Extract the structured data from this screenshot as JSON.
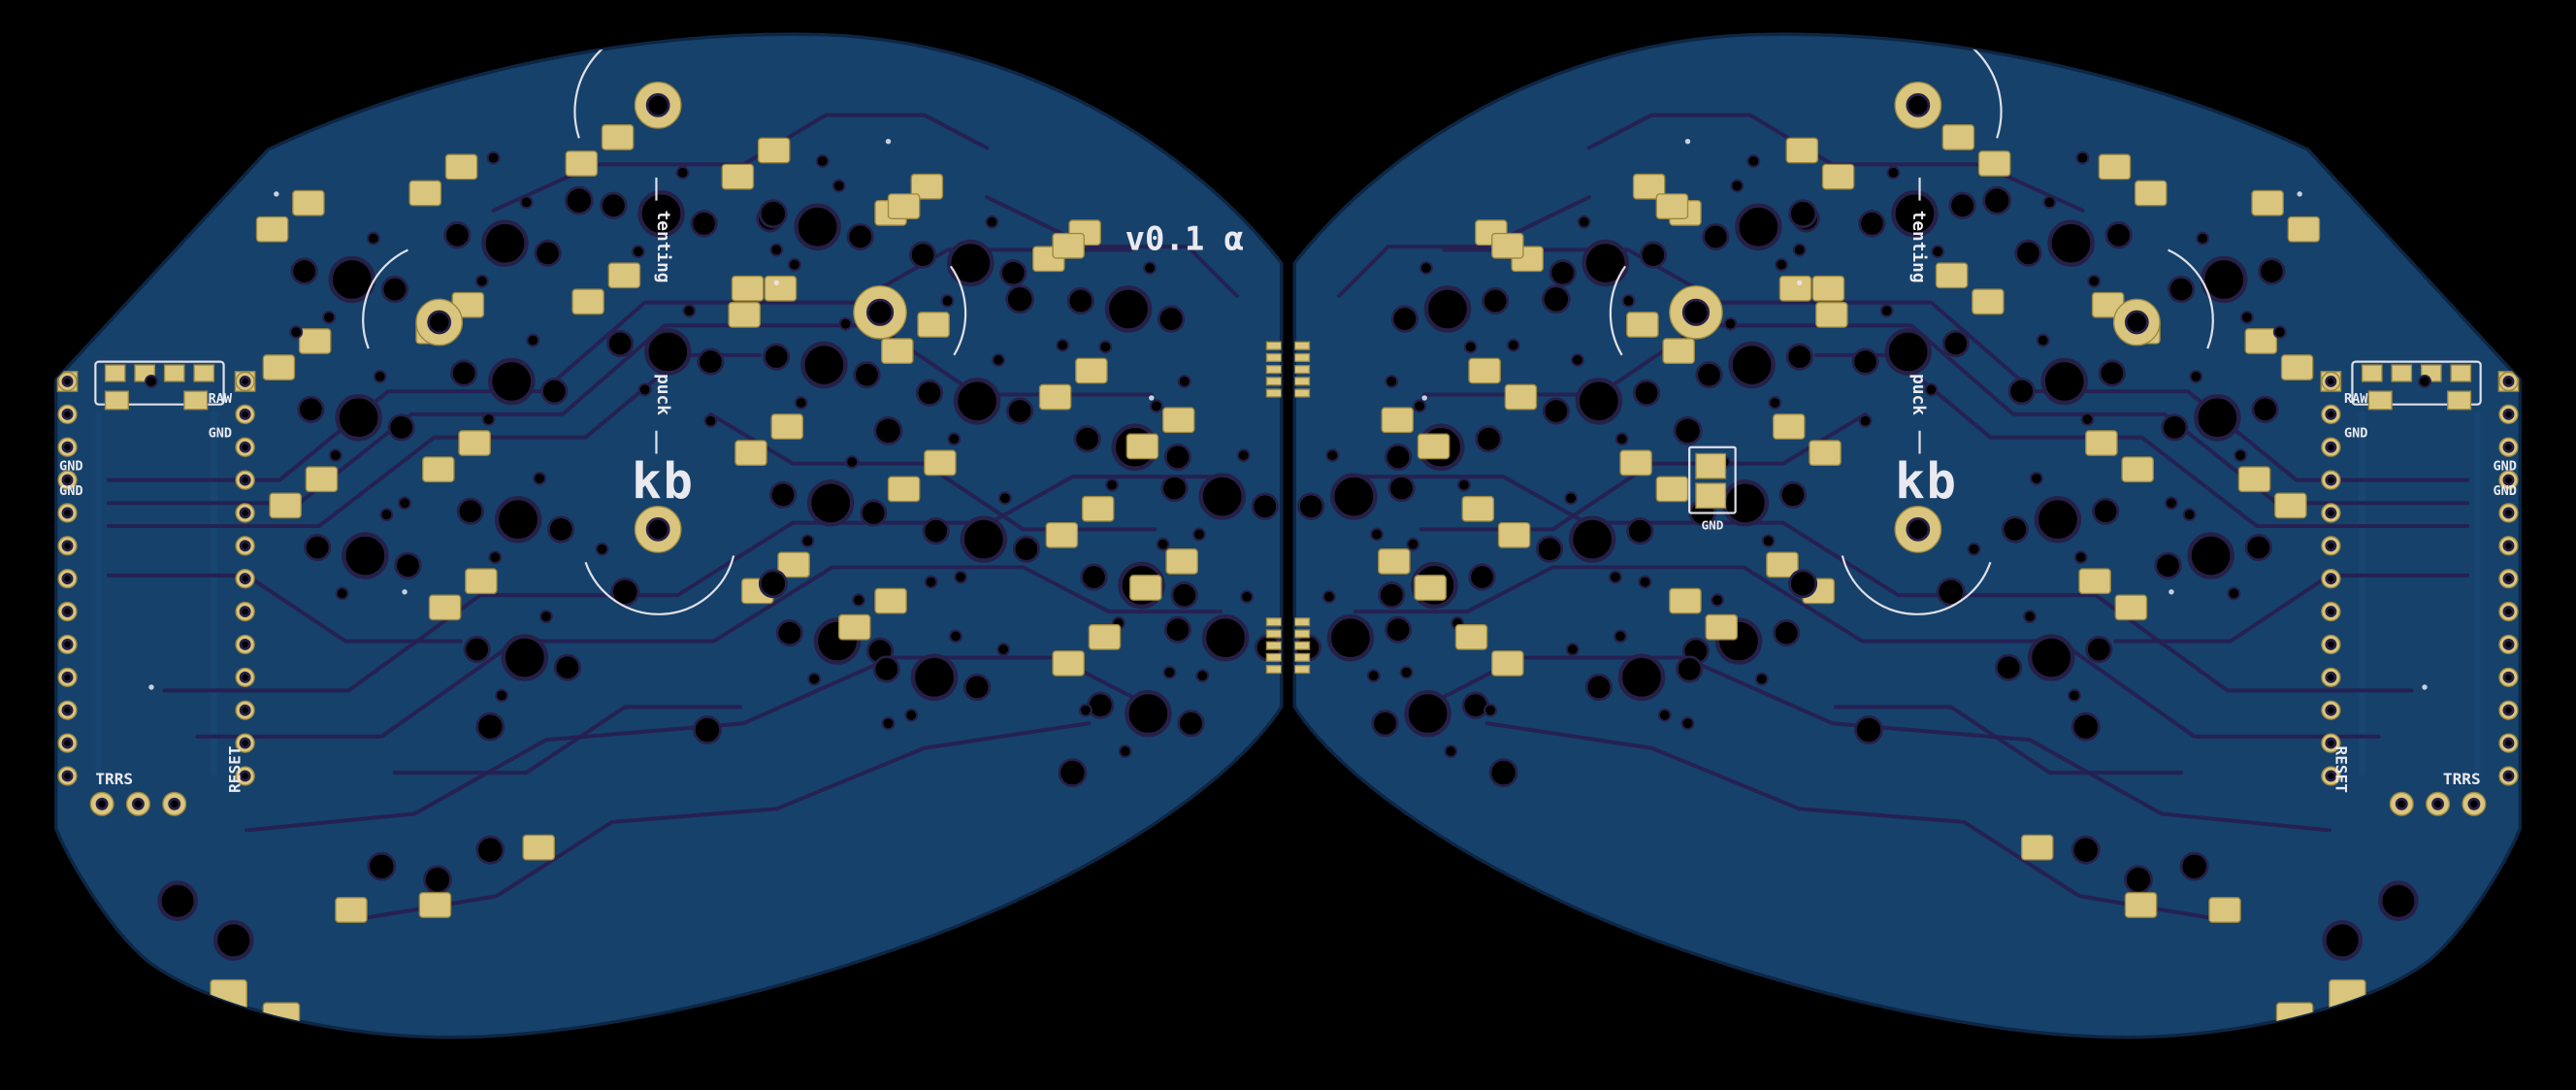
{
  "labels": {
    "version": "v0.1 α",
    "logo": "kb",
    "tenting": "tenting",
    "puck": "puck",
    "trrs": "TRRS",
    "reset": "RESET",
    "raw": "RAW",
    "gnd": "GND"
  },
  "colors": {
    "background": "#000000",
    "board": "#16416b",
    "board_edge": "#0d2644",
    "trace_dark": "#262052",
    "trace_mid": "#1c4a77",
    "pad_gold": "#d9c57d",
    "pad_gold_edge": "#9b873f",
    "hole": "#000000",
    "hole_ring": "#262048",
    "silk": "#e9e9ef"
  }
}
